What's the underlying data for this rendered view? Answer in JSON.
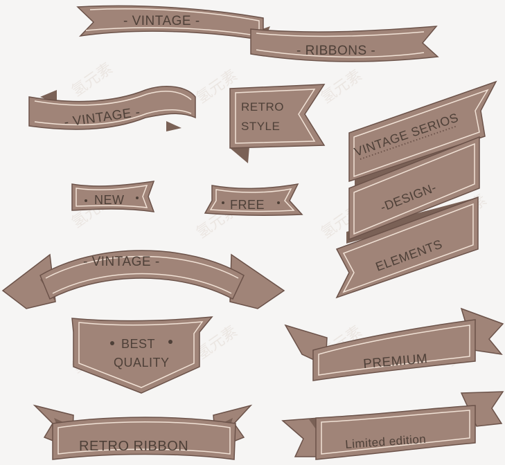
{
  "colors": {
    "background": "#f6f5f4",
    "ribbon_fill": "#a08478",
    "ribbon_shadow": "#7a6156",
    "ribbon_outline": "#6b5249",
    "inner_stitch": "#f1e2d6",
    "text": "#4e4038"
  },
  "watermark": "氢元素",
  "ribbons": {
    "r1_a": "- VINTAGE -",
    "r1_b": "- RIBBONS -",
    "r2": "- VINTAGE -",
    "r3_line1": "RETRO",
    "r3_line2": "STYLE",
    "r4": "NEW",
    "r5": "FREE",
    "r6_line1": "VINTAGE SERIOS",
    "r6_line2": "-DESIGN-",
    "r6_line3": "ELEMENTS",
    "r7": "- VINTAGE -",
    "r8_line1": "BEST",
    "r8_line2": "QUALITY",
    "r9": "PREMIUM",
    "r10": "RETRO RIBBON",
    "r11": "Limited  edition"
  }
}
